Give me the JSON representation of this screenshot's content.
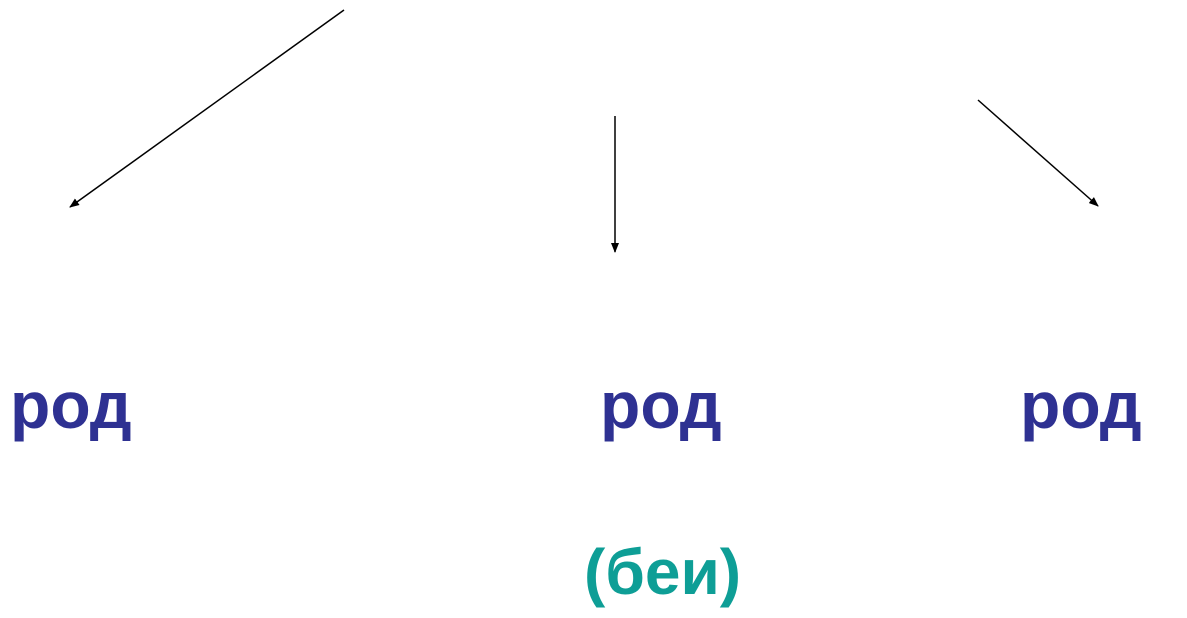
{
  "colors": {
    "word": "#2E3192",
    "note": "#0E9E96",
    "arrow": "#000000"
  },
  "labels": {
    "left": "род",
    "center": "род",
    "right": "род",
    "note": "(беи)"
  },
  "arrows": [
    {
      "name": "arrow-left",
      "direction": "down-left"
    },
    {
      "name": "arrow-center",
      "direction": "down"
    },
    {
      "name": "arrow-right",
      "direction": "down-right"
    }
  ]
}
